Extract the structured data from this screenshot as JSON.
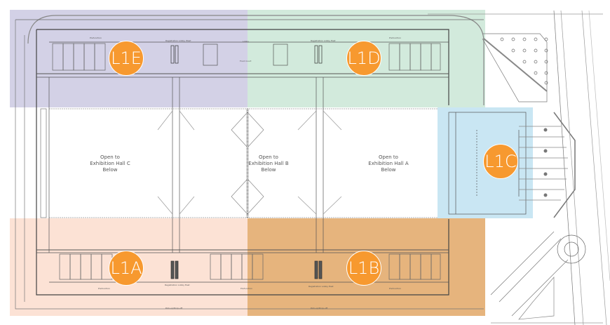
{
  "map": {
    "title": "Level 1 Floor Plan",
    "zones": [
      {
        "id": "L1E",
        "label": "L1E",
        "color": "#D3D1E6"
      },
      {
        "id": "L1D",
        "label": "L1D",
        "color": "#D2EADC"
      },
      {
        "id": "L1C",
        "label": "L1C",
        "color": "#C9E6F3"
      },
      {
        "id": "L1A",
        "label": "L1A",
        "color": "#FCE2D5"
      },
      {
        "id": "L1B",
        "label": "L1B",
        "color": "#E6B47D"
      }
    ],
    "badge_color": "#F7992F",
    "halls": [
      {
        "line1": "Open to",
        "line2": "Exhibition Hall C",
        "line3": "Below"
      },
      {
        "line1": "Open to",
        "line2": "Exhibition Hall B",
        "line3": "Below"
      },
      {
        "line1": "Open to",
        "line2": "Exhibition Hall A",
        "line3": "Below"
      }
    ],
    "labels": {
      "prefunction": "Prefunction",
      "registration_west": "Registration Lobby West",
      "registration_east": "Registration Lobby East",
      "lobby": "Lobby",
      "food_court": "Food Court",
      "pedestrian_bridge": "Pedestrian Bridge",
      "pickup_dropoff": "Pick-up/Drop-off",
      "meeting_room": "Meeting Room"
    }
  }
}
